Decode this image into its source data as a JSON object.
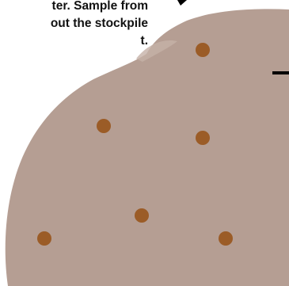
{
  "caption": {
    "lines": [
      "ter. Sample from",
      "out the stockpile",
      "t."
    ]
  },
  "colors": {
    "stockpile_fill": "#b59e93",
    "sample_point": "#9b5c27",
    "marker": "#000000",
    "background": "#ffffff"
  },
  "icons": {
    "sample_point": "dot-icon",
    "pointer": "arrow-icon"
  }
}
